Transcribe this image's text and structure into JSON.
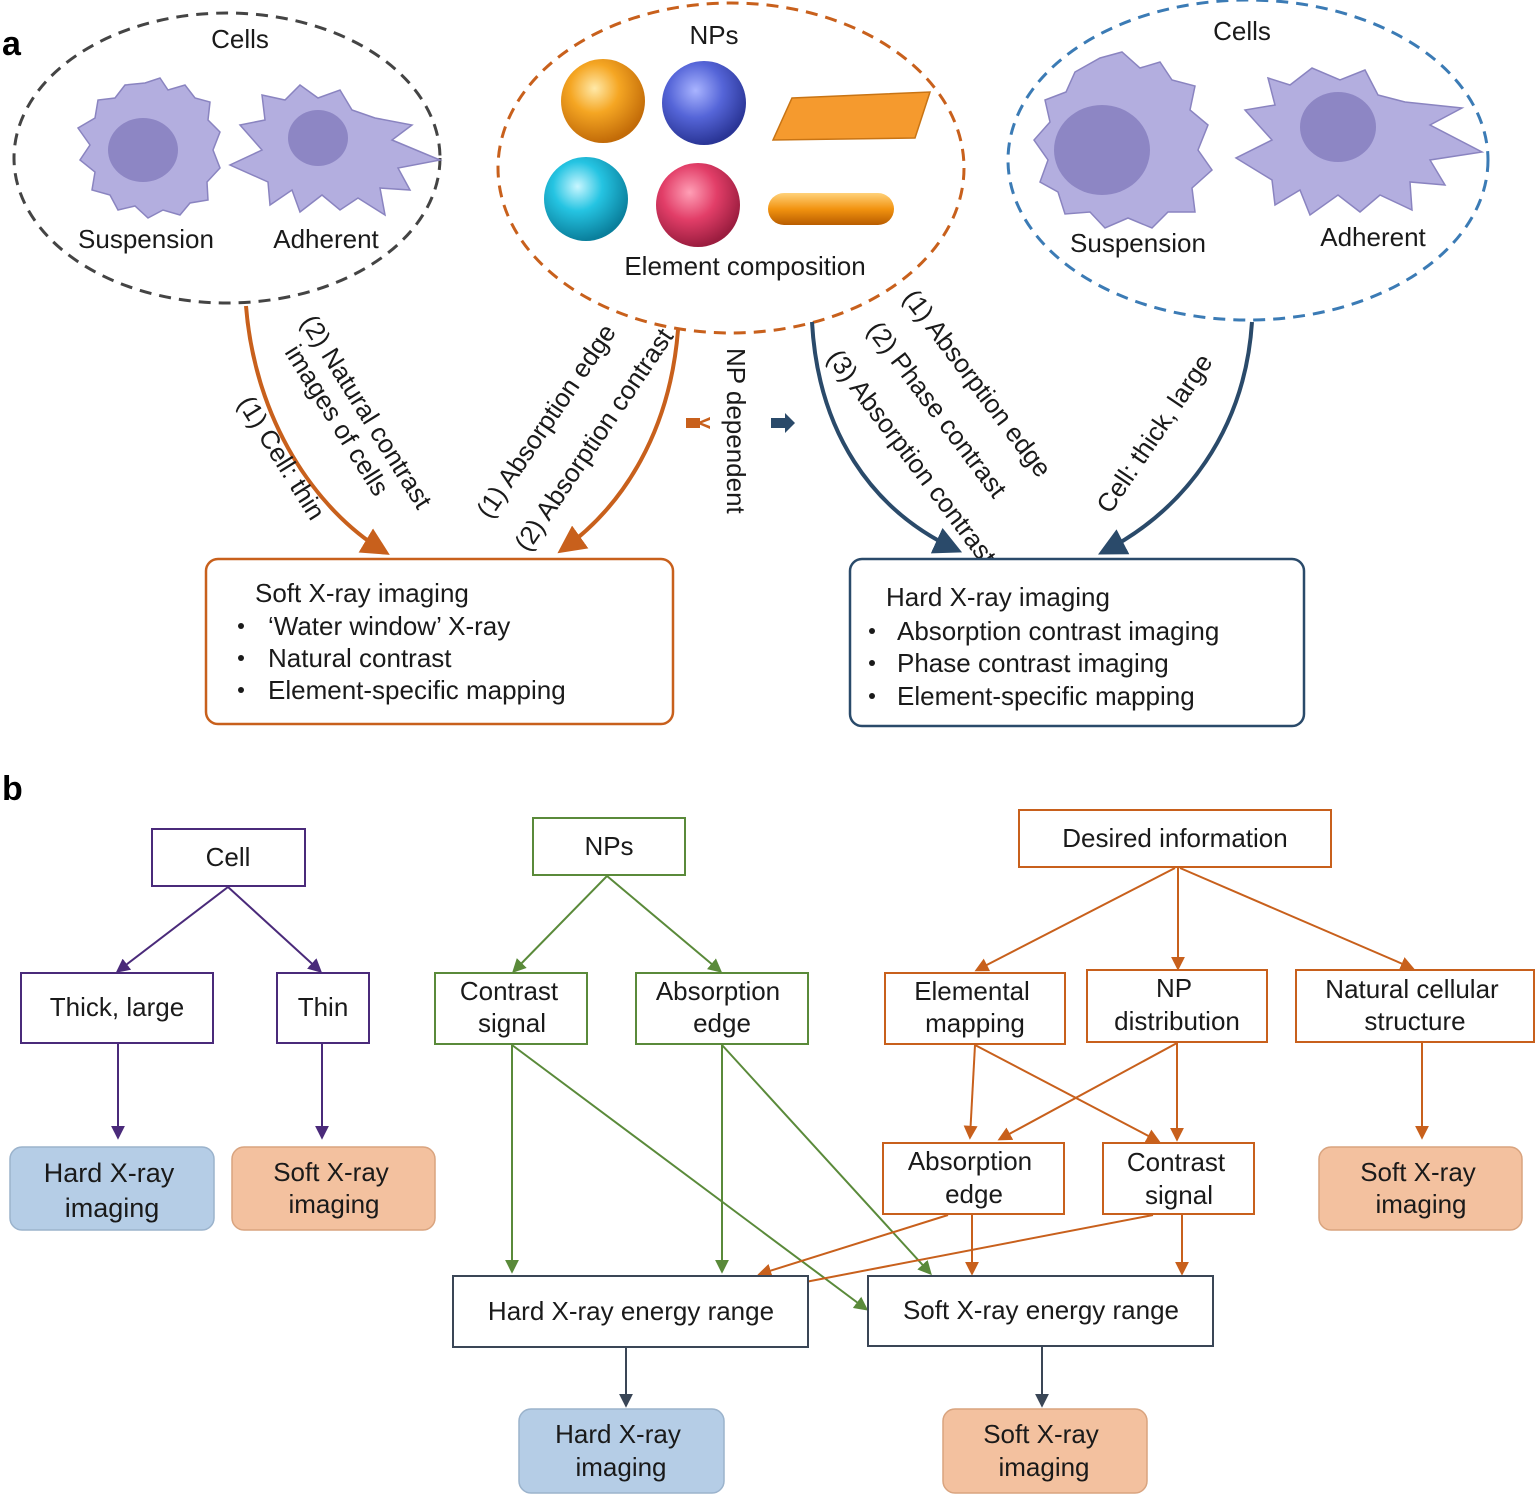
{
  "panel_a": {
    "label": "a",
    "cells_left": {
      "title": "Cells",
      "suspension": "Suspension",
      "adherent": "Adherent"
    },
    "nps": {
      "title": "NPs",
      "element_composition": "Element composition"
    },
    "cells_right": {
      "title": "Cells",
      "suspension": "Suspension",
      "adherent": "Adherent"
    },
    "arrow_labels": {
      "natural_contrast": "(2) Natural contrast",
      "images_of_cells": "images of cells",
      "cell_thin": "(1) Cell: thin",
      "absorption_edge_left": "(1) Absorption edge",
      "absorption_contrast_left": "(2) Absorption contrast",
      "np_dependent": "NP dependent",
      "absorption_edge_right": "(1) Absorption edge",
      "phase_contrast": "(2) Phase contrast",
      "absorption_contrast_right": "(3) Absorption contrast",
      "cell_thick_large": "Cell: thick, large"
    },
    "soft_box": {
      "title": "Soft X-ray imaging",
      "bullets": [
        "‘Water window’ X-ray",
        "Natural contrast",
        "Element-specific mapping"
      ]
    },
    "hard_box": {
      "title": "Hard X-ray imaging",
      "bullets": [
        "Absorption contrast imaging",
        "Phase contrast imaging",
        "Element-specific mapping"
      ]
    }
  },
  "panel_b": {
    "label": "b",
    "cell": "Cell",
    "thick_large": "Thick, large",
    "thin": "Thin",
    "hard_imaging_left": [
      "Hard X-ray",
      "imaging"
    ],
    "soft_imaging_left": [
      "Soft X-ray",
      "imaging"
    ],
    "nps": "NPs",
    "contrast_signal_green": [
      "Contrast",
      "signal"
    ],
    "absorption_edge_green": [
      "Absorption",
      "edge"
    ],
    "desired_information": "Desired information",
    "elemental_mapping": [
      "Elemental",
      "mapping"
    ],
    "np_distribution": [
      "NP",
      "distribution"
    ],
    "natural_cellular_structure": [
      "Natural cellular",
      "structure"
    ],
    "absorption_edge_orange": [
      "Absorption",
      "edge"
    ],
    "contrast_signal_orange": [
      "Contrast",
      "signal"
    ],
    "soft_imaging_right": [
      "Soft X-ray",
      "imaging"
    ],
    "hard_energy_range": "Hard X-ray energy range",
    "soft_energy_range": "Soft X-ray energy range",
    "hard_imaging_bottom": [
      "Hard X-ray",
      "imaging"
    ],
    "soft_imaging_bottom": [
      "Soft X-ray",
      "imaging"
    ]
  },
  "colors": {
    "purple": "#4a2a7a",
    "green": "#5a8a3a",
    "orange": "#c8601c",
    "navy": "#2a4a6a",
    "blue_fill": "#b5cde6",
    "peach_fill": "#f3c19f",
    "cell_fill": "#b3aedf",
    "nucleus_fill": "#8d86c4",
    "dashed_grey": "#444444",
    "dashed_blue": "#3b7bb5"
  }
}
